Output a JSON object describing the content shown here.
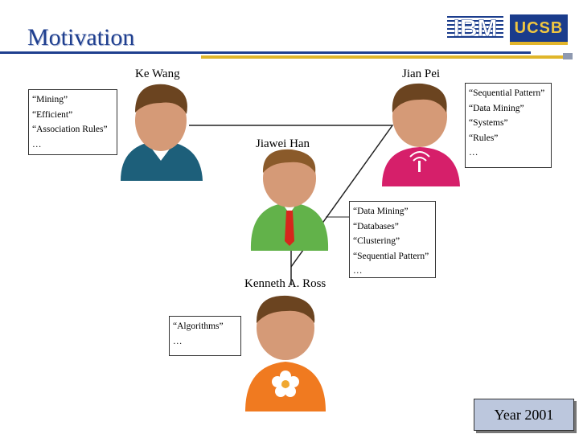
{
  "slide": {
    "title": "Motivation",
    "year_label": "Year 2001"
  },
  "logos": {
    "ibm": "IBM",
    "ucsb": "UCSB"
  },
  "people": {
    "ke_wang": {
      "name": "Ke Wang",
      "keywords": [
        "“Mining”",
        "“Efficient”",
        "“Association Rules”",
        "…"
      ],
      "shirt_color": "#1d5f7a"
    },
    "jian_pei": {
      "name": "Jian Pei",
      "keywords": [
        "“Sequential Pattern”",
        "“Data Mining”",
        "“Systems”",
        "“Rules”",
        "…"
      ],
      "shirt_color": "#d61f6a"
    },
    "jiawei_han": {
      "name": "Jiawei Han",
      "keywords": [
        "“Data Mining”",
        "“Databases”",
        "“Clustering”",
        "“Sequential Pattern”",
        "…"
      ],
      "shirt_color": "#62b24a"
    },
    "kenneth_ross": {
      "name": "Kenneth A. Ross",
      "keywords": [
        "“Algorithms”",
        "…"
      ],
      "shirt_color": "#f07a20"
    }
  }
}
